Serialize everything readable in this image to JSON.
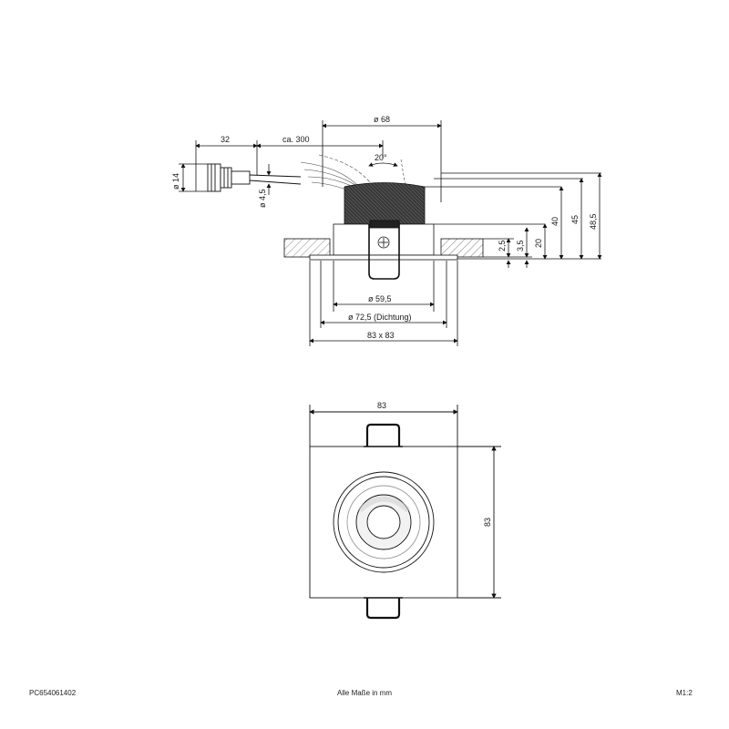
{
  "dimensions": {
    "d68": "ø 68",
    "d32": "32",
    "ca300": "ca. 300",
    "angle": "20°",
    "d14": "ø 14",
    "d45s": "ø 4,5",
    "h40": "40",
    "h45": "45",
    "h485": "48,5",
    "h25": "2,5",
    "h35": "3,5",
    "h20": "20",
    "d595": "ø 59,5",
    "d725": "ø 72,5 (Dichtung)",
    "s83x83": "83 x 83",
    "top_w": "83",
    "top_h": "83"
  },
  "footer": {
    "code": "PC654061402",
    "units": "Alle Maße in mm",
    "page": "M1:2"
  }
}
